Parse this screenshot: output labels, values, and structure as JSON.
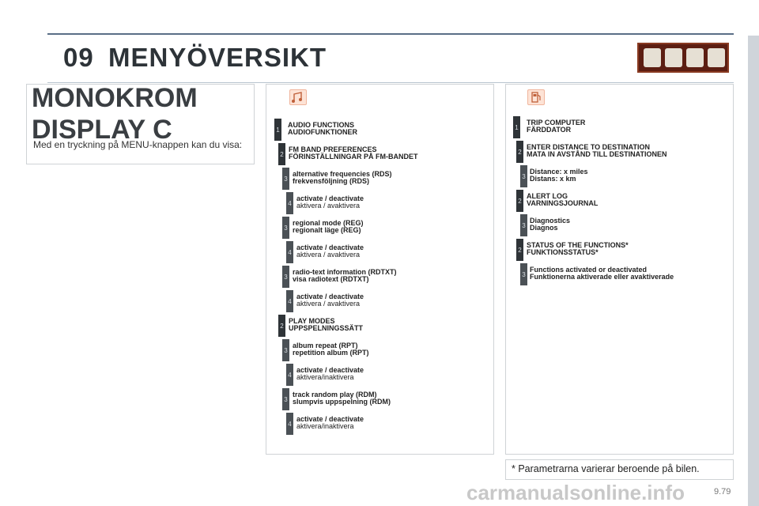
{
  "header": {
    "chapter_number": "09",
    "title": "MENYÖVERSIKT",
    "icon_strip": [
      "radio-icon",
      "document-icon",
      "settings-icon",
      "fuel-pump-icon"
    ]
  },
  "left_panel": {
    "title_line1": "MONOKROM",
    "title_line2": "DISPLAY C",
    "intro": "Med en tryckning på MENU-knappen kan du visa:"
  },
  "audio_menu": {
    "icon": "audio-music-icon",
    "items": [
      {
        "level": "1",
        "en": "AUDIO FUNCTIONS",
        "sv": "AUDIOFUNKTIONER",
        "sv_bold": true
      },
      {
        "level": "2",
        "en": "FM BAND PREFERENCES",
        "sv": "FÖRINSTÄLLNINGAR PÅ FM-BANDET",
        "sv_bold": true
      },
      {
        "level": "3",
        "en": "alternative frequencies (RDS)",
        "sv": "frekvensföljning (RDS)",
        "sv_bold": true
      },
      {
        "level": "4",
        "en": "activate / deactivate",
        "sv": "aktivera / avaktivera",
        "sv_bold": false
      },
      {
        "level": "3",
        "en": "regional mode (REG)",
        "sv": "regionalt läge (REG)",
        "sv_bold": true
      },
      {
        "level": "4",
        "en": "activate / deactivate",
        "sv": "aktivera / avaktivera",
        "sv_bold": false
      },
      {
        "level": "3",
        "en": "radio-text information (RDTXT)",
        "sv": "visa radiotext (RDTXT)",
        "sv_bold": true
      },
      {
        "level": "4",
        "en": "activate / deactivate",
        "sv": "aktivera / avaktivera",
        "sv_bold": false
      },
      {
        "level": "2",
        "en": "PLAY MODES",
        "sv": "UPPSPELNINGSSÄTT",
        "sv_bold": true
      },
      {
        "level": "3",
        "en": "album repeat (RPT)",
        "sv": "repetition album (RPT)",
        "sv_bold": true
      },
      {
        "level": "4",
        "en": "activate / deactivate",
        "sv": "aktivera/inaktivera",
        "sv_bold": false
      },
      {
        "level": "3",
        "en": "track random play (RDM)",
        "sv": "slumpvis uppspelning (RDM)",
        "sv_bold": true
      },
      {
        "level": "4",
        "en": "activate / deactivate",
        "sv": "aktivera/inaktivera",
        "sv_bold": false
      }
    ]
  },
  "trip_menu": {
    "icon": "fuel-pump-icon",
    "items": [
      {
        "level": "1",
        "en": "TRIP COMPUTER",
        "sv": "FÄRDDATOR",
        "sv_bold": true
      },
      {
        "level": "2",
        "en": "ENTER DISTANCE TO DESTINATION",
        "sv": "MATA IN AVSTÅND TILL DESTINATIONEN",
        "sv_bold": true
      },
      {
        "level": "3",
        "en": "Distance: x miles",
        "sv": "Distans: x km",
        "sv_bold": true
      },
      {
        "level": "2",
        "en": "ALERT LOG",
        "sv": "VARNINGSJOURNAL",
        "sv_bold": true
      },
      {
        "level": "3",
        "en": "Diagnostics",
        "sv": "Diagnos",
        "sv_bold": true
      },
      {
        "level": "2",
        "en": "STATUS OF THE FUNCTIONS*",
        "sv": "FUNKTIONSSTATUS*",
        "sv_bold": true
      },
      {
        "level": "3",
        "en": "Functions activated or deactivated",
        "sv": "Funktionerna aktiverade eller avaktiverade",
        "sv_bold": true
      }
    ]
  },
  "footnote": "* Parametrarna varierar beroende på bilen.",
  "page_number": "9.79",
  "watermark": "carmanualsonline.info"
}
